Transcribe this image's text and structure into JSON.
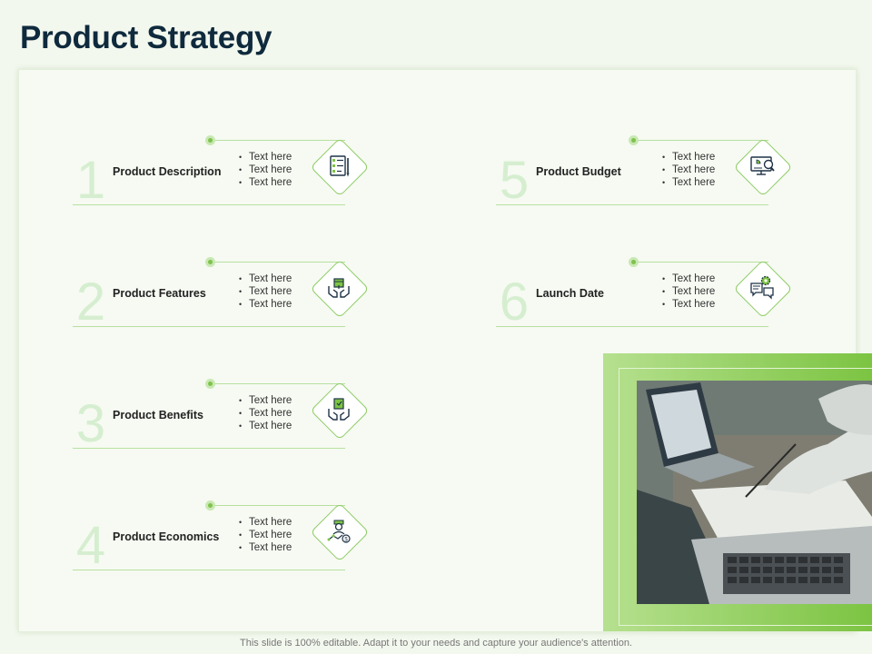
{
  "title": "Product Strategy",
  "items": [
    {
      "number": "1",
      "label": "Product Description",
      "bullets": [
        "Text here",
        "Text here",
        "Text here"
      ],
      "icon": "checklist-document-icon"
    },
    {
      "number": "2",
      "label": "Product Features",
      "bullets": [
        "Text here",
        "Text here",
        "Text here"
      ],
      "icon": "hands-holding-box-icon"
    },
    {
      "number": "3",
      "label": "Product Benefits",
      "bullets": [
        "Text here",
        "Text here",
        "Text here"
      ],
      "icon": "hands-holding-package-icon"
    },
    {
      "number": "4",
      "label": "Product Economics",
      "bullets": [
        "Text here",
        "Text here",
        "Text here"
      ],
      "icon": "person-dollar-growth-icon"
    },
    {
      "number": "5",
      "label": "Product Budget",
      "bullets": [
        "Text here",
        "Text here",
        "Text here"
      ],
      "icon": "monitor-chart-magnifier-icon"
    },
    {
      "number": "6",
      "label": "Launch Date",
      "bullets": [
        "Text here",
        "Text here",
        "Text here"
      ],
      "icon": "chat-gear-icon"
    }
  ],
  "footer": "This slide is 100% editable. Adapt it to your needs and capture your audience's attention.",
  "colors": {
    "accent": "#7cc442",
    "title": "#0f2a3d",
    "number": "#d6eed0",
    "background": "#f3f8ee"
  }
}
